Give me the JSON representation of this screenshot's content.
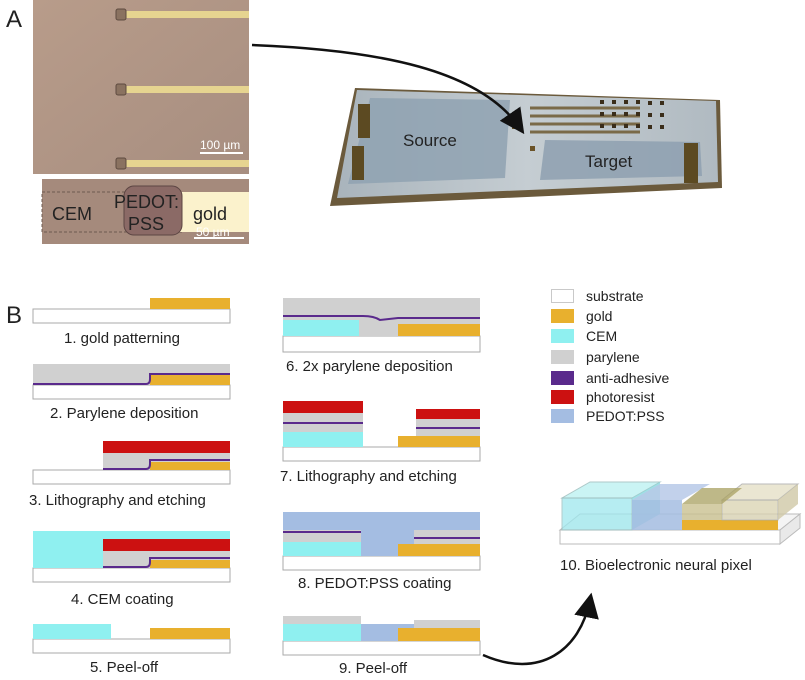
{
  "panel_a": {
    "letter": "A",
    "scale_bar_top": "100 µm",
    "scale_bar_bottom": "50 µm",
    "label_cem": "CEM",
    "label_pedot": "PEDOT:",
    "label_pss": "PSS",
    "label_gold": "gold",
    "label_source": "Source",
    "label_target": "Target"
  },
  "panel_b": {
    "letter": "B",
    "steps": [
      {
        "label": "1. gold patterning"
      },
      {
        "label": "2. Parylene deposition"
      },
      {
        "label": "3. Lithography and etching"
      },
      {
        "label": "4. CEM coating"
      },
      {
        "label": "5. Peel-off"
      },
      {
        "label": "6. 2x parylene deposition"
      },
      {
        "label": "7. Lithography and etching"
      },
      {
        "label": "8. PEDOT:PSS coating"
      },
      {
        "label": "9. Peel-off"
      },
      {
        "label": "10. Bioelectronic neural pixel"
      }
    ],
    "legend": [
      {
        "label": "substrate",
        "color": "#ffffff"
      },
      {
        "label": "gold",
        "color": "#e8b02e"
      },
      {
        "label": "CEM",
        "color": "#8ff0f0"
      },
      {
        "label": "parylene",
        "color": "#d0d0d0"
      },
      {
        "label": "anti-adhesive",
        "color": "#5a2a8c"
      },
      {
        "label": "photoresist",
        "color": "#cc1111"
      },
      {
        "label": "PEDOT:PSS",
        "color": "#a4bde2"
      }
    ]
  }
}
